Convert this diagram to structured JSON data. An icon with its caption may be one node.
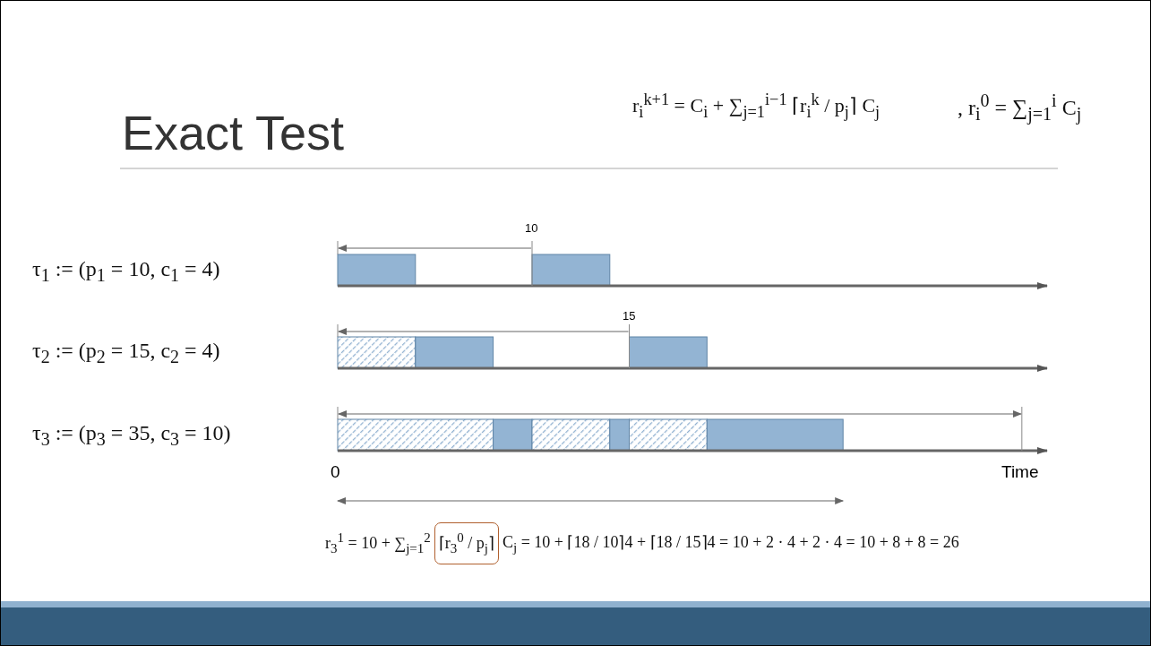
{
  "diagram": {
    "title": "Exact Test",
    "labels": [
      "r$_{i}$$^{k+1}$ = C$_{i}$ + ∑$_{j=1}$$^{i−1}$ ⌈r$_{i}$$^{k}$ / p$_{j}$⌉ C$_{j}$",
      ", r$_{i}$$^{0}$ = ∑$_{j=1}$$^{i}$ C$_{j}$",
      "10",
      "τ$_{1}$ := (p$_{1}$ = 10, c$_{1}$ = 4)",
      "15",
      "τ$_{2}$ := (p$_{2}$ = 15, c$_{2}$ = 4)",
      "τ$_{3}$ := (p$_{3}$ = 35, c$_{3}$ = 10)",
      "0",
      "Time",
      "r$_{3}$$^{1}$ = 10 + ∑$_{j=1}$$^{2}$",
      "⌈r$_{3}$$^{0}$ / p$_{j}$⌉",
      "C$_{j}$ = 10 + ⌈18 / 10⌉4 + ⌈18 / 15⌉4 = 10 + 2 · 4 + 2 · 4 = 10 + 8 + 8 = 26"
    ]
  }
}
